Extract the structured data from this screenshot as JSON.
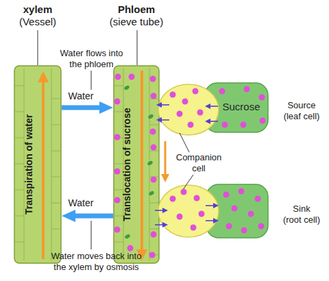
{
  "diagram": {
    "nodes": [
      {
        "text": [
          "xylem",
          "(Vessel)",
          "Transpiration of water"
        ]
      },
      {
        "text": [
          "Phloem",
          "(sieve tube)",
          "Translocation of sucrose"
        ]
      },
      {
        "text": [
          "Sucrose",
          "Source (leaf cell)"
        ]
      },
      {
        "text": [
          "Sink (root cell)"
        ]
      }
    ],
    "edges": [
      {
        "from": 0,
        "to": 1,
        "arrow": "to",
        "label": "Water"
      },
      {
        "from": 1,
        "to": 0,
        "arrow": "to",
        "label": "Water"
      }
    ],
    "labels": [
      "Water flows into the phloem",
      "Companion cell",
      "Water moves back into the xylem by osmosis"
    ]
  }
}
